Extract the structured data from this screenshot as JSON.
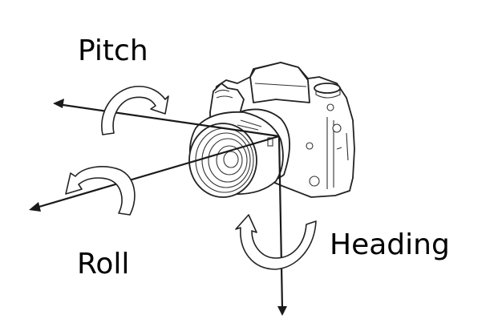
{
  "diagram": {
    "subject": "camera",
    "labels": {
      "pitch": "Pitch",
      "roll": "Roll",
      "heading": "Heading"
    },
    "axes": [
      {
        "name": "pitch-axis",
        "label": "Pitch",
        "direction": "left"
      },
      {
        "name": "roll-axis",
        "label": "Roll",
        "direction": "lower-left"
      },
      {
        "name": "heading-axis",
        "label": "Heading",
        "direction": "down"
      }
    ],
    "colors": {
      "background": "#ffffff",
      "ink": "#000000"
    }
  }
}
